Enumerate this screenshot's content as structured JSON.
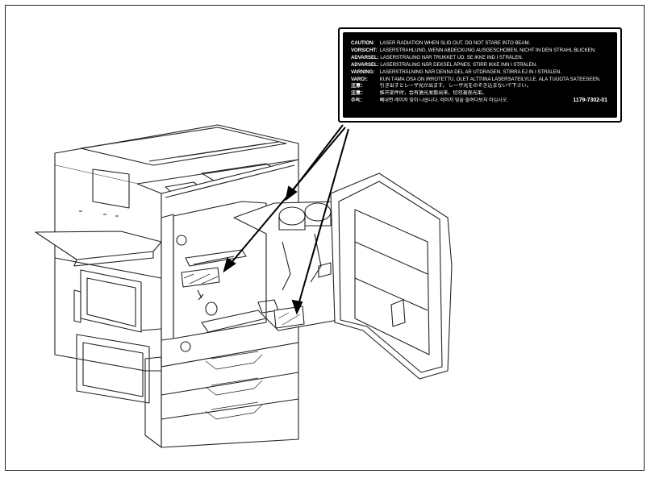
{
  "warning_label": {
    "lines": [
      {
        "lang": "CAUTION:",
        "text": "LASER RADIATION WHEN SLID OUT. DO NOT STARE INTO BEAM."
      },
      {
        "lang": "VORSICHT:",
        "text": "LASERSTRAHLUNG, WENN ABDECKUNG AUSGESCHOBEN. NICHT IN DEN STRAHL BLICKEN."
      },
      {
        "lang": "ADVARSEL:",
        "text": "LASERSTRÅLING NÅR TRUKKET UD. SE IKKE IND I STRÅLEN."
      },
      {
        "lang": "ADVARSEL:",
        "text": "LASERSTRÅLING NÅR DEKSEL ÅPNES. STIRR IKKE INN I STRÅLEN."
      },
      {
        "lang": "VARNING:",
        "text": "LASERSTRÅLNING NÄR DENNA DEL ÄR UTDRAGEN. STIRRA EJ IN I STRÅLEN."
      },
      {
        "lang": "VARO!:",
        "text": "KUN TÄMÄ OSA ON IRROTETTU, OLET ALTTIINA LASERSÄTEILYLLE. ÄLÄ TUIJOTA SÄTEESEEN."
      },
      {
        "lang": "注意：",
        "text": "引き出すとレーザ光が出ます。 レーザ光をのぞき込まないで下さい。"
      },
      {
        "lang": "注意：",
        "text": "推开部件时，会有激光发散出来，切勿凝视光束。"
      },
      {
        "lang": "주의：",
        "text": "빼내면 레이저 빛이 나옵니다. 레이저 빛을 들여다보지 마십시오."
      }
    ],
    "part_number": "1179-7302-01"
  }
}
